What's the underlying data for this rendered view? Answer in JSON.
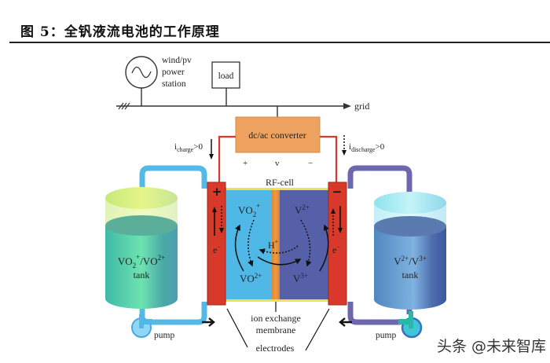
{
  "caption": "图 5：全钒液流电池的工作原理",
  "diagram": {
    "generator_label_lines": [
      "wind/pv",
      "power",
      "station"
    ],
    "load_label": "load",
    "grid_label": "grid",
    "converter_label": "dc/ac converter",
    "charge_current": {
      "base": "i",
      "sub": "charge",
      "suffix": ">0"
    },
    "discharge_current": {
      "base": "i",
      "sub": "discharge",
      "suffix": ">0"
    },
    "voltage_signs": {
      "plus": "+",
      "v": "v",
      "minus": "−"
    },
    "cell_label": "RF-cell",
    "positive_electrode_sign": "+",
    "negative_electrode_sign": "−",
    "electron_label": "e",
    "electron_sup": "−",
    "species": {
      "vo2_plus": {
        "base": "VO",
        "sub": "2",
        "sup": "+"
      },
      "vo_2plus": {
        "base": "VO",
        "sup": "2+"
      },
      "v_2plus": {
        "base": "V",
        "sup": "2+"
      },
      "v_3plus": {
        "base": "V",
        "sup": "3+"
      },
      "h_plus": {
        "base": "H",
        "sup": "+"
      }
    },
    "left_tank": {
      "label_line1": {
        "a": "VO",
        "a_sub": "2",
        "a_sup": "+",
        "sep": "/VO",
        "b_sup": "2+"
      },
      "label_line2": "tank"
    },
    "right_tank": {
      "label_line1": {
        "a": "V",
        "a_sup": "2+",
        "sep": "/V",
        "b_sup": "3+"
      },
      "label_line2": "tank"
    },
    "pump_label": "pump",
    "membrane_label_lines": [
      "ion exchange",
      "membrane"
    ],
    "electrodes_label": "electrodes",
    "colors": {
      "positive_electrolyte": "#4fb8e6",
      "negative_electrolyte": "#5560a8",
      "membrane": "#e8843a",
      "electrode": "#d8392a",
      "converter": "#eea25f",
      "wire": "#d8392a"
    }
  },
  "watermark": "头条 @未来智库"
}
